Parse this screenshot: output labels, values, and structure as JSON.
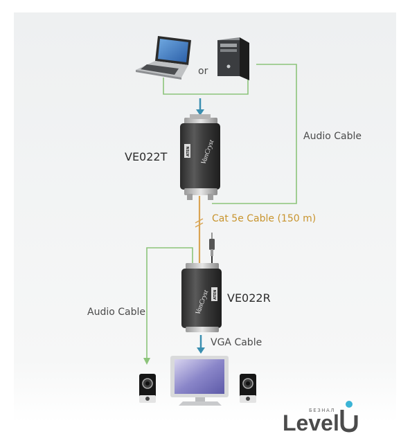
{
  "labels": {
    "or": "or",
    "audio_cable_top": "Audio Cable",
    "transmitter": "VE022T",
    "cat5e": "Cat 5e Cable (150 m)",
    "audio_cable_left": "Audio Cable",
    "receiver": "VE022R",
    "vga_cable": "VGA Cable"
  },
  "device_brand": "VanCryst",
  "device_maker": "ATEN",
  "watermark": {
    "main": "Level",
    "small": "БЕЗНАЛ"
  },
  "colors": {
    "audio_cable": "#8cc47a",
    "cat5e_cable": "#d9a453",
    "arrow": "#3b8fb0",
    "device_body": "#3a3a3a"
  },
  "icons": [
    "laptop-icon",
    "desktop-tower-icon",
    "monitor-icon",
    "speaker-icon",
    "audio-plug-icon",
    "arrow-down-icon"
  ]
}
